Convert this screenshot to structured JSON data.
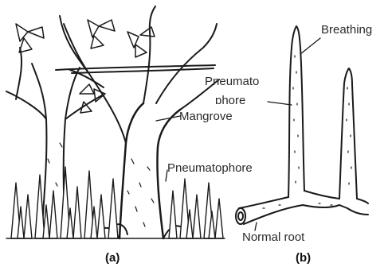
{
  "labels": {
    "mangrove": "Mangrove",
    "pneumatophore_a": "Pneumatophore",
    "breathing": "Breathing",
    "pneumato_line1": "Pneumato",
    "pneumato_line2": "phore",
    "normal_root": "Normal root"
  },
  "captions": {
    "a": "(a)",
    "b": "(b)"
  },
  "colors": {
    "ink": "#1a1a1a",
    "paper": "#ffffff",
    "text": "#2a2a2a"
  }
}
